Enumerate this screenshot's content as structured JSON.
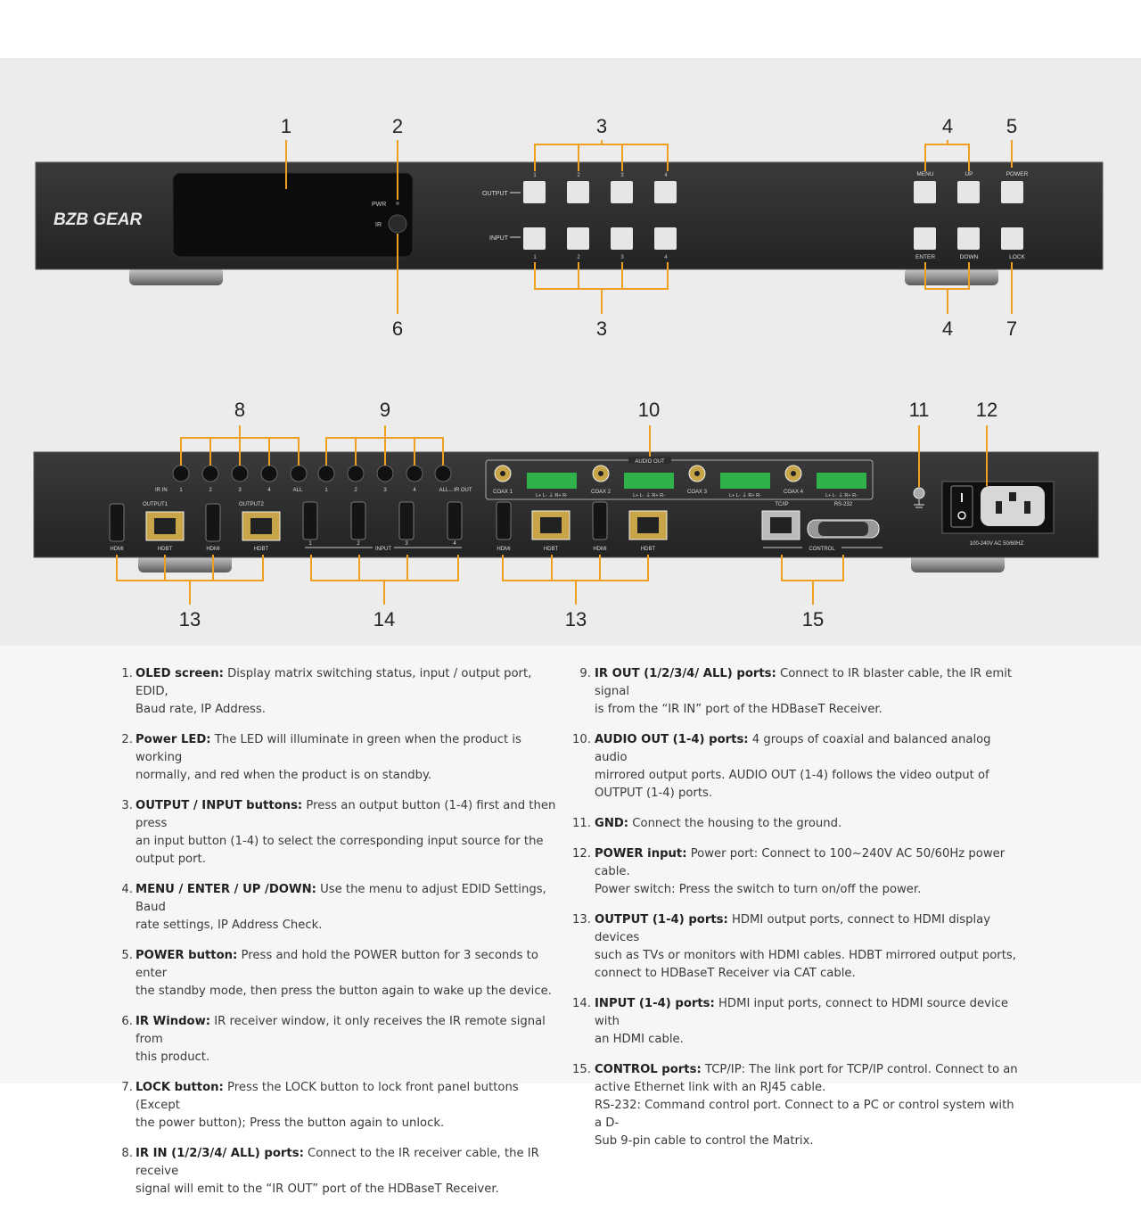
{
  "device": {
    "brand": "BZB GEAR",
    "front": {
      "pwr_label": "PWR",
      "ir_label": "IR",
      "output_label": "OUTPUT",
      "input_label": "INPUT",
      "button_numbers": [
        "1",
        "2",
        "3",
        "4"
      ],
      "menu_label": "MENU",
      "up_label": "UP",
      "power_label": "POWER",
      "enter_label": "ENTER",
      "down_label": "DOWN",
      "lock_label": "LOCK"
    },
    "rear": {
      "ir_in_label": "IR IN",
      "ir_numbers": [
        "1",
        "2",
        "3",
        "4"
      ],
      "all_label": "ALL",
      "all_ir_out_label": "ALL←IR OUT",
      "audio_out_label": "AUDIO OUT",
      "coax_labels": [
        "COAX 1",
        "COAX 2",
        "COAX 3",
        "COAX 4"
      ],
      "terminal_label": "L+ L- ⏚ R+ R-",
      "output1_label": "OUTPUT1",
      "output2_label": "OUTPUT2",
      "hdmi_label": "HDMI",
      "hdbt_label": "HDBT",
      "input_label": "INPUT",
      "input_numbers": [
        "1",
        "2",
        "3",
        "4"
      ],
      "tcpip_label": "TC/IP",
      "rs232_label": "RS-232",
      "control_label": "CONTROL",
      "power_spec": "100-240V AC 50/60HZ"
    }
  },
  "callouts": {
    "front_top": [
      "1",
      "2",
      "3",
      "4",
      "5"
    ],
    "front_bottom": [
      "6",
      "3",
      "4",
      "7"
    ],
    "rear_top": [
      "8",
      "9",
      "10",
      "11",
      "12"
    ],
    "rear_bottom": [
      "13",
      "14",
      "13",
      "15"
    ]
  },
  "legend": {
    "left": [
      {
        "num": "1.",
        "title": "OLED screen:",
        "text": "Display matrix switching status, input / output port, EDID,\nBaud rate, IP Address."
      },
      {
        "num": "2.",
        "title": "Power LED:",
        "text": "The LED will illuminate in green when the product is working\nnormally, and red when the product is on standby."
      },
      {
        "num": "3.",
        "title": "OUTPUT / INPUT buttons:",
        "text": "Press an output button (1-4) first and then press\nan input button (1-4) to select the corresponding input source for the\noutput port."
      },
      {
        "num": "4.",
        "title": "MENU / ENTER / UP /DOWN:",
        "text": "Use the menu to adjust EDID Settings, Baud\nrate settings, IP Address Check."
      },
      {
        "num": "5.",
        "title": "POWER button:",
        "text": "Press and hold the POWER button for 3 seconds to enter\nthe standby mode, then press the button again to wake up the device."
      },
      {
        "num": "6.",
        "title": "IR Window:",
        "text": "IR receiver window, it only receives the IR remote signal from\nthis product."
      },
      {
        "num": "7.",
        "title": "LOCK button:",
        "text": "Press the LOCK button to lock front panel buttons (Except\nthe power button); Press the button again to unlock."
      },
      {
        "num": "8.",
        "title": "IR IN (1/2/3/4/ ALL) ports:",
        "text": "Connect to the IR receiver cable, the IR receive\nsignal will emit to the “IR OUT” port of the HDBaseT Receiver."
      }
    ],
    "right": [
      {
        "num": "9.",
        "title": "IR OUT (1/2/3/4/ ALL) ports:",
        "text": "Connect to IR blaster cable, the IR emit signal\nis from the “IR IN” port of the HDBaseT Receiver."
      },
      {
        "num": "10.",
        "title": "AUDIO OUT (1-4) ports:",
        "text": "4 groups of coaxial and balanced analog audio\nmirrored output ports. AUDIO OUT (1-4) follows the video output of\nOUTPUT (1-4) ports."
      },
      {
        "num": "11.",
        "title": "GND:",
        "text": "Connect the housing to the ground."
      },
      {
        "num": "12.",
        "title": "POWER input:",
        "text": "Power port: Connect to 100~240V AC 50/60Hz power cable.\nPower switch: Press the switch to turn on/off the power."
      },
      {
        "num": "13.",
        "title": "OUTPUT (1-4) ports:",
        "text": "HDMI output ports, connect to HDMI display devices\nsuch as TVs or monitors with HDMI cables. HDBT mirrored output ports,\nconnect to HDBaseT Receiver via CAT cable."
      },
      {
        "num": "14.",
        "title": "INPUT (1-4) ports:",
        "text": "HDMI input ports, connect to HDMI source device with\nan HDMI cable."
      },
      {
        "num": "15.",
        "title": "CONTROL ports:",
        "text": "TCP/IP: The link port for TCP/IP control. Connect to an\nactive Ethernet link with an RJ45 cable.\nRS-232: Command control port. Connect to a PC or control system with a D-\nSub 9-pin cable to control the Matrix."
      }
    ]
  }
}
